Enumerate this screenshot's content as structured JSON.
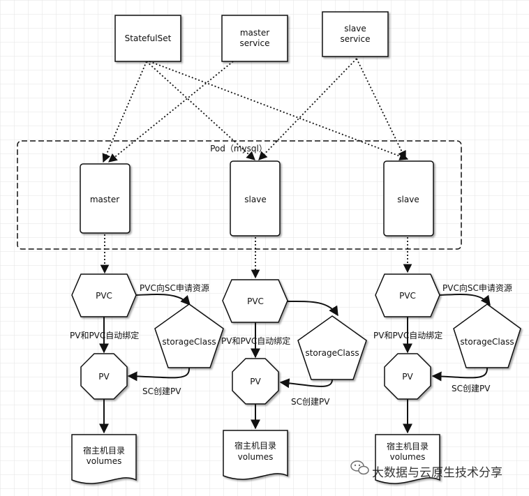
{
  "top": {
    "statefulset": "StatefulSet",
    "master_service": [
      "master",
      "service"
    ],
    "slave_service": [
      "slave",
      "service"
    ]
  },
  "pod": {
    "label": "Pod（mysql）",
    "nodes": [
      "master",
      "slave",
      "slave"
    ]
  },
  "storage": {
    "pvc": "PVC",
    "pv": "PV",
    "storage_class": "storageClass",
    "request_label": "PVC向SC申请资源",
    "bind_label": "PV和PVC自动绑定",
    "create_label": "SC创建PV",
    "host_volume": [
      "宿主机目录",
      "volumes"
    ]
  },
  "watermark": "大数据与云原生技术分享",
  "colors": {
    "grid": "#e3e3e3",
    "stroke": "#111111",
    "background": "#ffffff"
  }
}
